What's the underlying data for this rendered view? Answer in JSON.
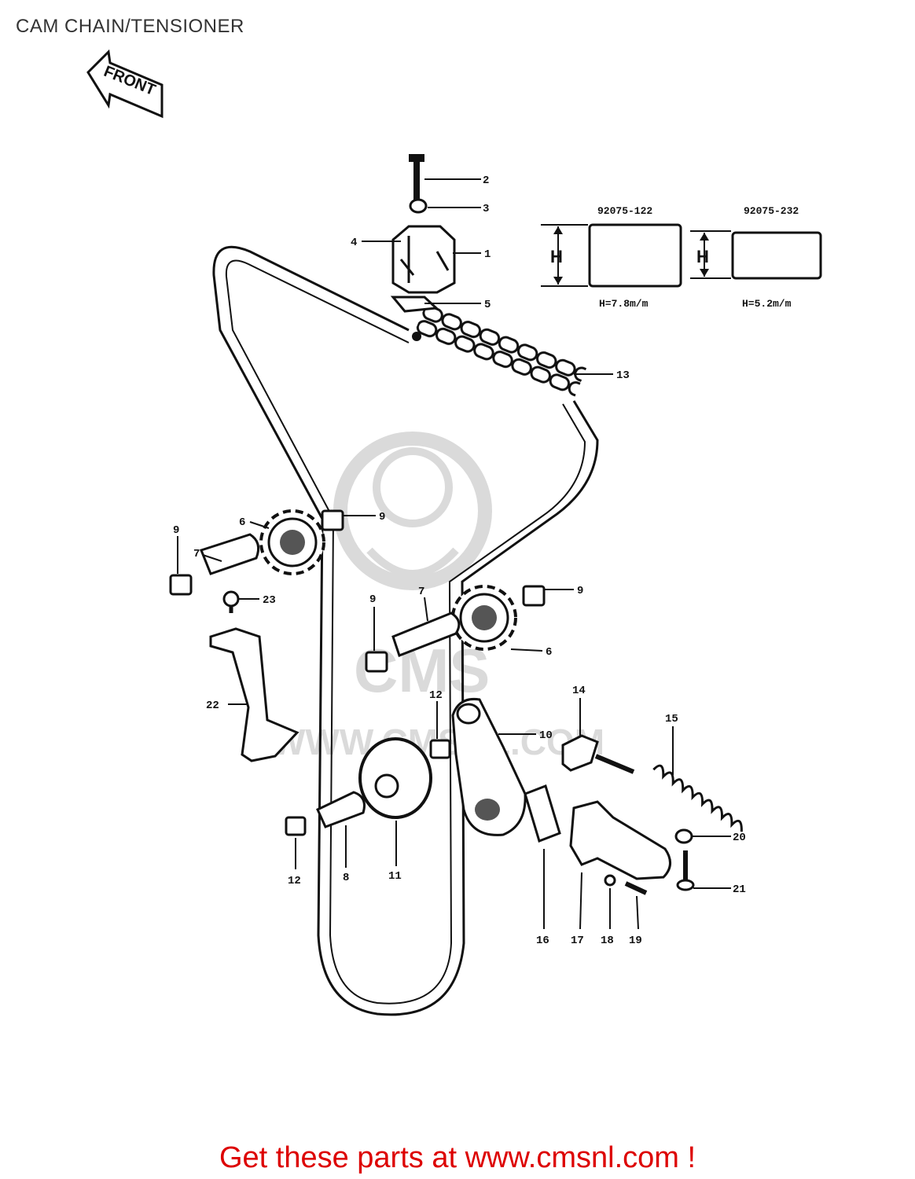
{
  "page_title": "CAM CHAIN/TENSIONER",
  "front_marker": "FRONT",
  "shim_diagrams": [
    {
      "part_no": "92075-122",
      "height_label": "H",
      "spec": "H=7.8m/m"
    },
    {
      "part_no": "92075-232",
      "height_label": "H",
      "spec": "H=5.2m/m"
    }
  ],
  "callouts": {
    "c1": "1",
    "c2": "2",
    "c3": "3",
    "c4": "4",
    "c5": "5",
    "c6a": "6",
    "c6b": "6",
    "c7a": "7",
    "c7b": "7",
    "c8": "8",
    "c9a": "9",
    "c9b": "9",
    "c9c": "9",
    "c9d": "9",
    "c10": "10",
    "c11": "11",
    "c12a": "12",
    "c12b": "12",
    "c13": "13",
    "c14": "14",
    "c15": "15",
    "c16": "16",
    "c17": "17",
    "c18": "18",
    "c19": "19",
    "c20": "20",
    "c21": "21",
    "c22": "22",
    "c23": "23"
  },
  "watermark": {
    "logo_text": "CMS",
    "url_text": "WWW.CMSNL.COM"
  },
  "footer_text": "Get these parts at www.cmsnl.com !",
  "colors": {
    "footer": "#dd0000",
    "line": "#111111",
    "watermark": "#d6d6d6"
  }
}
